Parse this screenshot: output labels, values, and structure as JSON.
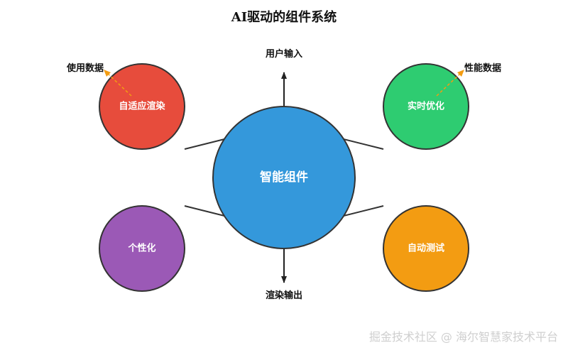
{
  "title": "AI驱动的组件系统",
  "center": {
    "label": "智能组件",
    "color": "#3498db"
  },
  "nodes": {
    "top_left": {
      "label": "自适应渲染",
      "color": "#e74c3c"
    },
    "top_right": {
      "label": "实时优化",
      "color": "#2ecc71"
    },
    "bottom_left": {
      "label": "个性化",
      "color": "#9b59b6"
    },
    "bottom_right": {
      "label": "自动测试",
      "color": "#f39c12"
    }
  },
  "flows": {
    "input": "用户输入",
    "output": "渲染输出"
  },
  "annotations": {
    "usage_data": "使用数据",
    "performance_data": "性能数据",
    "annotation_color": "#f39c12"
  },
  "watermark": "掘金技术社区 @ 海尔智慧家技术平台"
}
